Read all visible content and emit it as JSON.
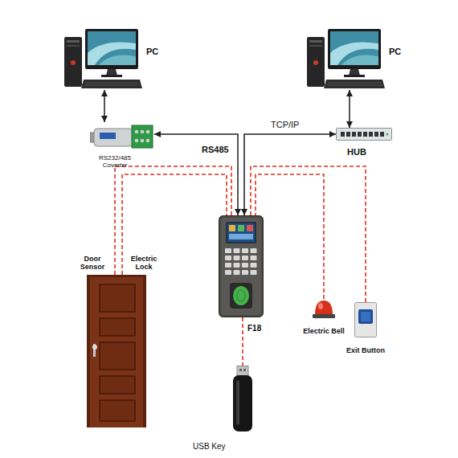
{
  "diagram": {
    "nodes": [
      {
        "text": [
          "PC"
        ]
      },
      {
        "text": [
          "PC"
        ]
      },
      {
        "text": [
          "RS232/485 Coverter"
        ]
      },
      {
        "text": [
          "HUB"
        ]
      },
      {
        "text": [
          "Door Sensor",
          "Electric Lock"
        ]
      },
      {
        "text": [
          "F18"
        ]
      },
      {
        "text": [
          "Electric Bell"
        ]
      },
      {
        "text": [
          "Exit Button"
        ]
      },
      {
        "text": [
          "USB Key"
        ]
      }
    ],
    "edges": [
      {
        "from": 0,
        "to": 2,
        "arrow": "both"
      },
      {
        "from": 1,
        "to": 3,
        "arrow": "both"
      },
      {
        "from": 2,
        "to": 5,
        "arrow": "both",
        "label": "RS485"
      },
      {
        "from": 3,
        "to": 5,
        "arrow": "both",
        "label": "TCP/IP"
      },
      {
        "from": 4,
        "to": 5,
        "arrow": "none"
      },
      {
        "from": 4,
        "to": 5,
        "arrow": "none"
      },
      {
        "from": 6,
        "to": 5,
        "arrow": "none"
      },
      {
        "from": 7,
        "to": 5,
        "arrow": "none"
      },
      {
        "from": 5,
        "to": 8,
        "arrow": "none"
      }
    ]
  }
}
